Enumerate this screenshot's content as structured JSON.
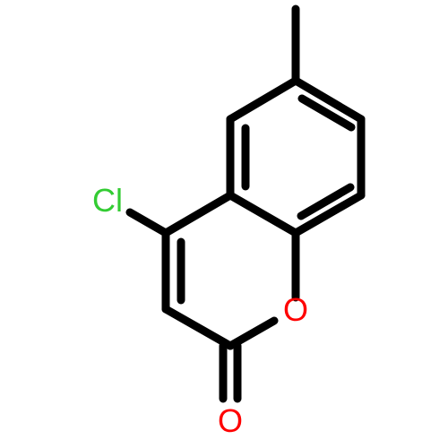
{
  "molecule": {
    "atoms": [
      {
        "id": "cl",
        "symbol": "Cl",
        "color": "#33cc33"
      },
      {
        "id": "o_ring",
        "symbol": "O",
        "color": "#ff0000"
      },
      {
        "id": "o_carbonyl",
        "symbol": "O",
        "color": "#ff0000"
      }
    ],
    "bond_color": "#000000",
    "background": "#ffffff"
  }
}
